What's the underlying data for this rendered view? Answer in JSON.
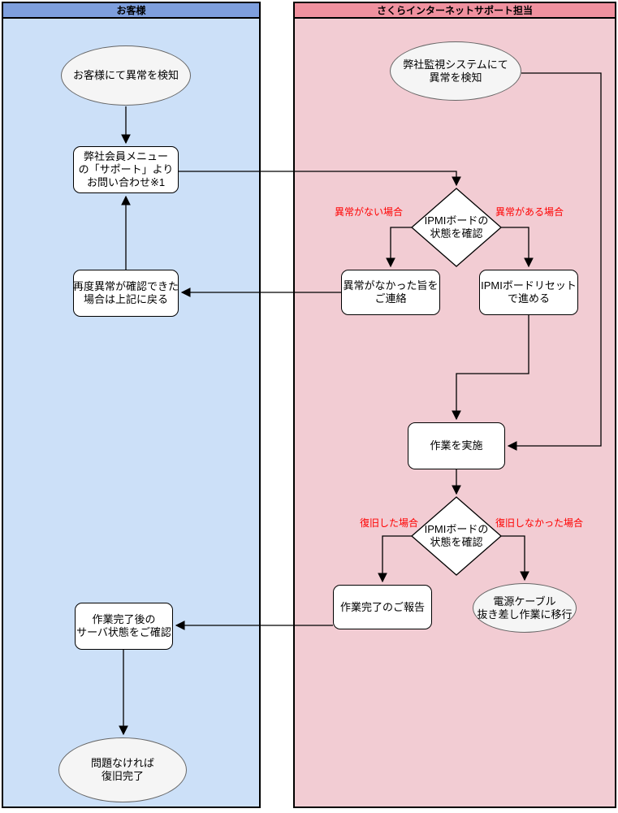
{
  "diagram": {
    "lanes": {
      "customer": {
        "title": "お客様"
      },
      "support": {
        "title": "さくらインターネットサポート担当"
      }
    },
    "nodes": {
      "customer_detect": {
        "type": "terminator",
        "lines": [
          "お客様にて異常を検知"
        ]
      },
      "inquiry": {
        "type": "process",
        "lines": [
          "弊社会員メニュー",
          "の「サポート」より",
          "お問い合わせ※1"
        ]
      },
      "return_above": {
        "type": "process",
        "lines": [
          "再度異常が確認できた",
          "場合は上記に戻る"
        ]
      },
      "check_server": {
        "type": "process",
        "lines": [
          "作業完了後の",
          "サーバ状態をご確認"
        ]
      },
      "recovery_done": {
        "type": "terminator",
        "lines": [
          "問題なければ",
          "復旧完了"
        ]
      },
      "monitor_detect": {
        "type": "terminator",
        "lines": [
          "弊社監視システムにて",
          "異常を検知"
        ]
      },
      "check_ipmi_1": {
        "type": "decision",
        "lines": [
          "IPMIボードの",
          "状態を確認"
        ]
      },
      "no_anomaly_contact": {
        "type": "process",
        "lines": [
          "異常がなかった旨を",
          "ご連絡"
        ]
      },
      "ipmi_reset": {
        "type": "process",
        "lines": [
          "IPMIボードリセット",
          "で進める"
        ]
      },
      "do_work": {
        "type": "process",
        "lines": [
          "作業を実施"
        ]
      },
      "check_ipmi_2": {
        "type": "decision",
        "lines": [
          "IPMIボードの",
          "状態を確認"
        ]
      },
      "work_report": {
        "type": "process",
        "lines": [
          "作業完了のご報告"
        ]
      },
      "power_cable": {
        "type": "terminator",
        "lines": [
          "電源ケーブル",
          "抜き差し作業に移行"
        ]
      }
    },
    "edge_labels": {
      "no_anomaly": "異常がない場合",
      "anomaly": "異常がある場合",
      "recovered": "復旧した場合",
      "not_recovered": "復旧しなかった場合"
    },
    "colors": {
      "customer_header": "#7e9fdd",
      "customer_body": "#cce0f8",
      "support_header": "#f0919f",
      "support_body": "#f2ccd3",
      "edge_label_red": "#ff0000",
      "terminator_fill": "#f5f5f5",
      "terminator_border": "#666666",
      "process_fill": "#ffffff",
      "line_color": "#000000"
    }
  }
}
